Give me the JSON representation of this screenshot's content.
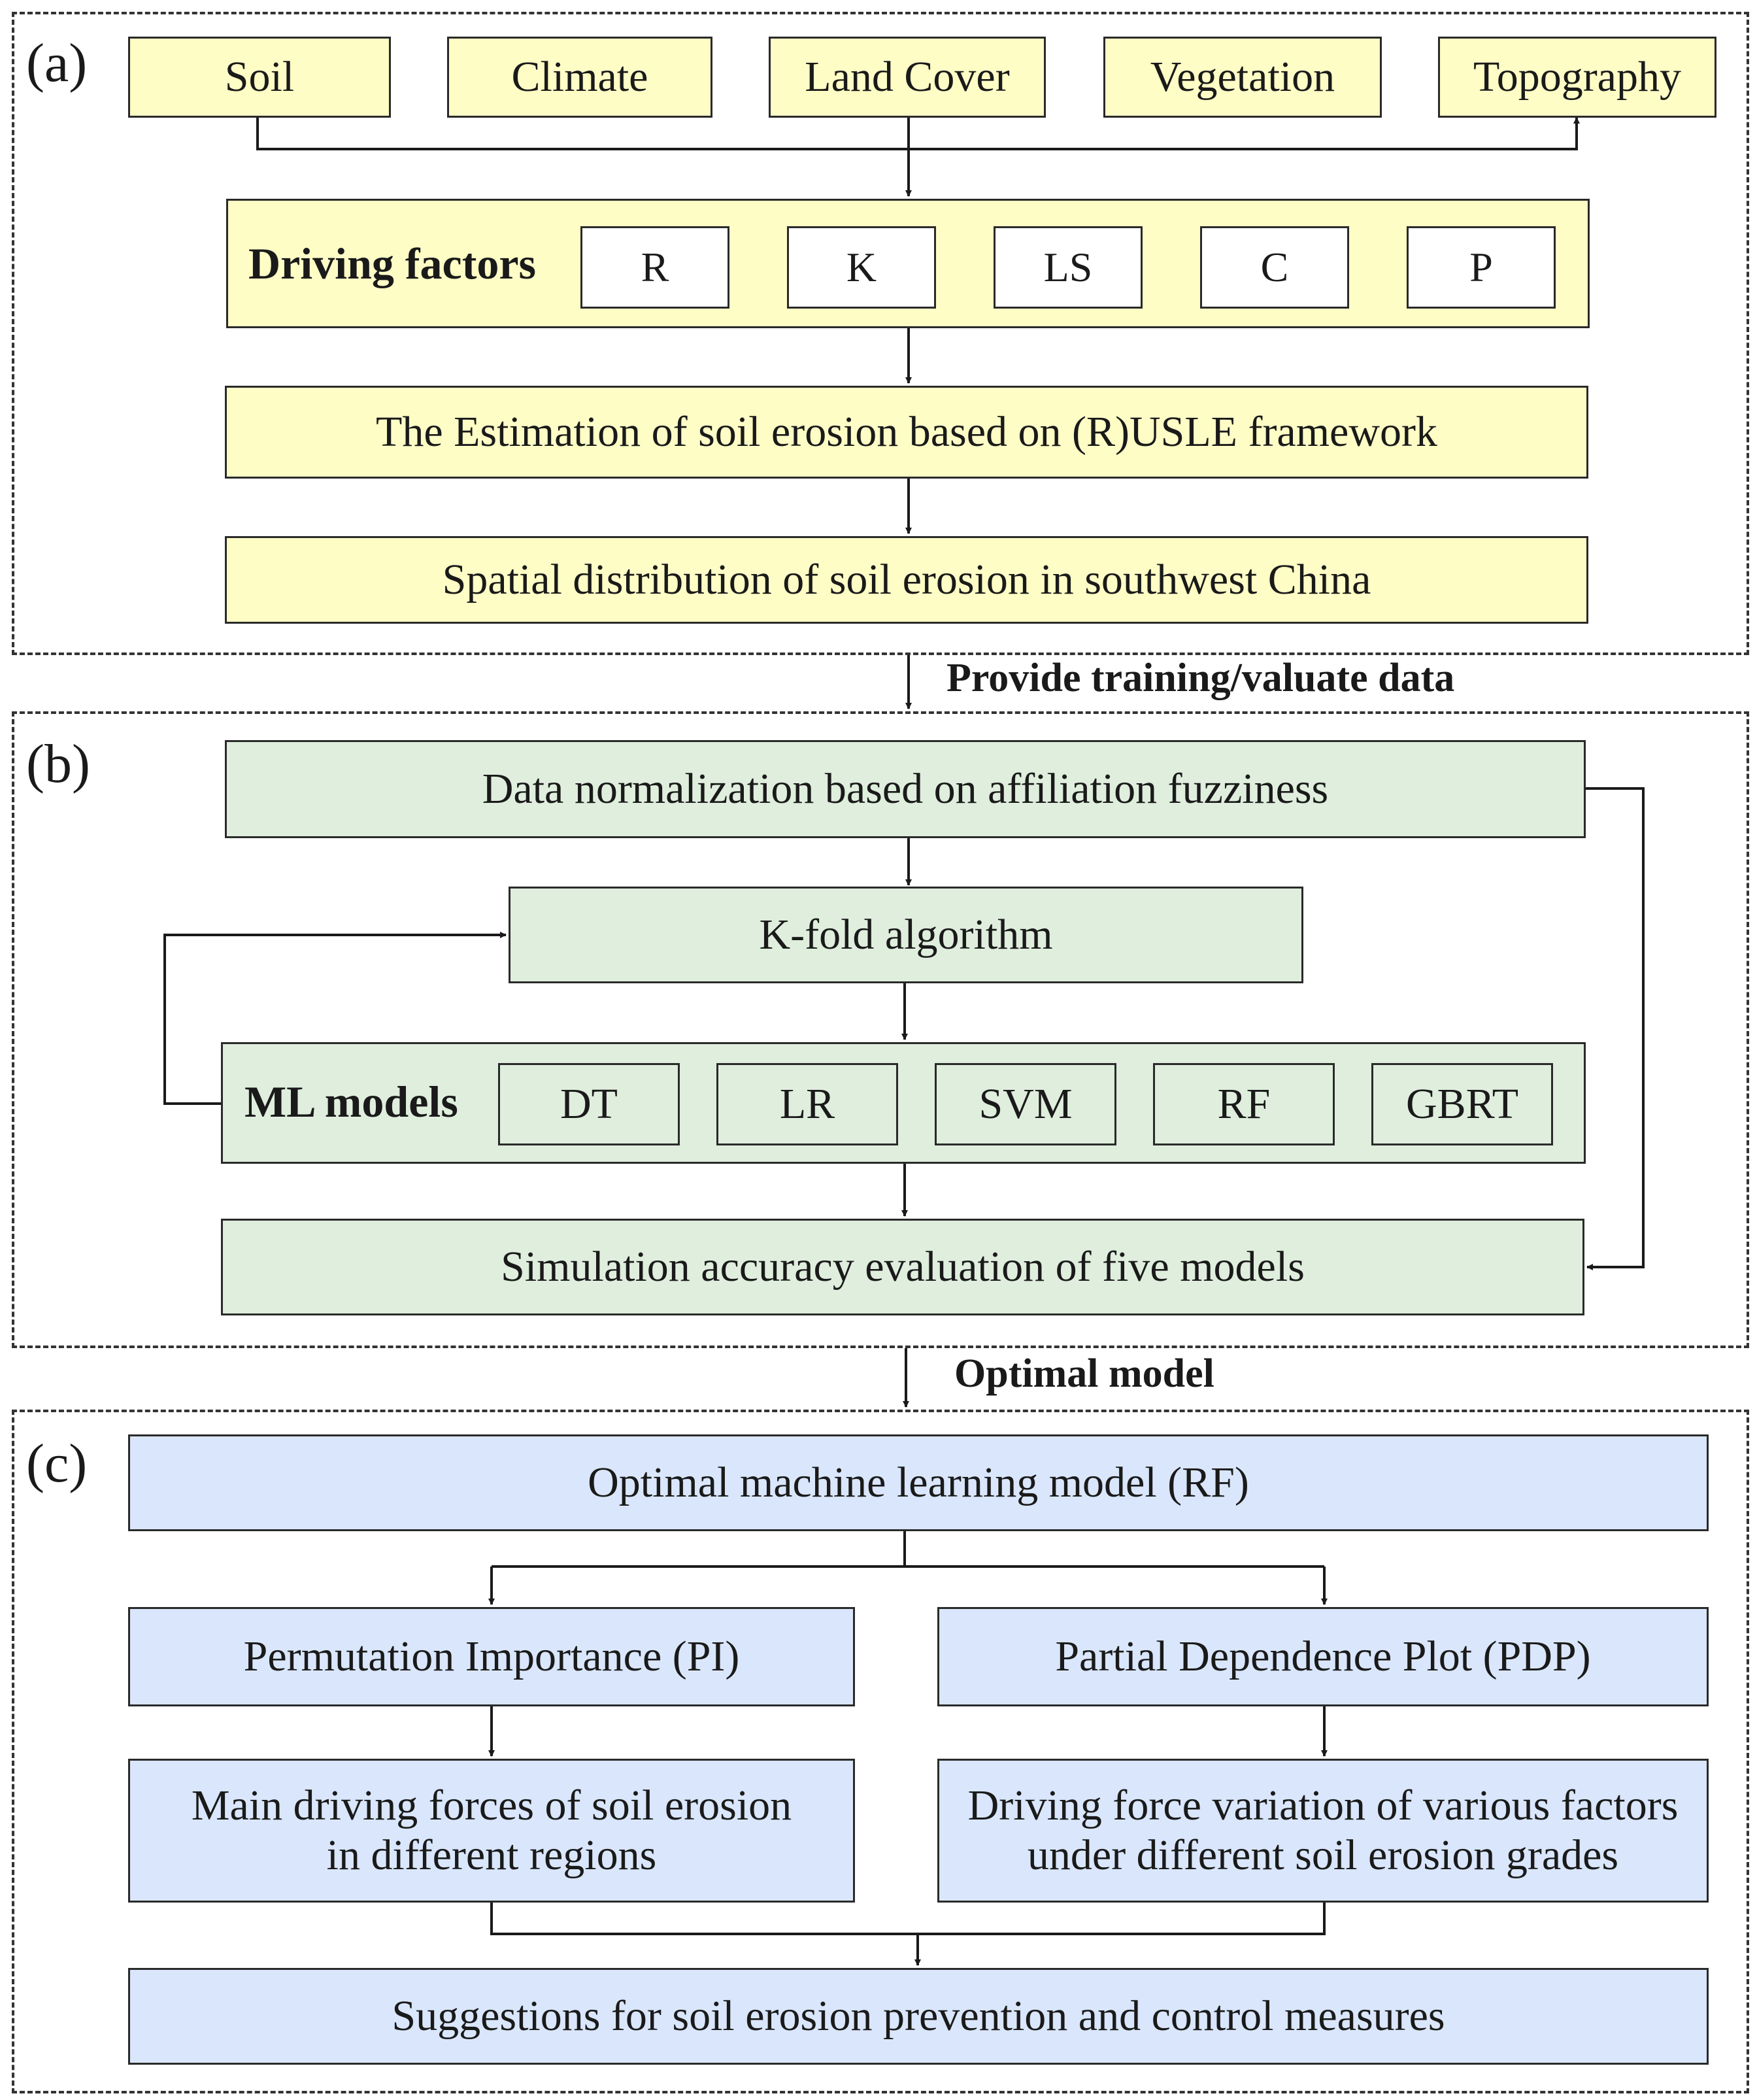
{
  "section_a": {
    "label": "(a)",
    "sources": [
      "Soil",
      "Climate",
      "Land Cover",
      "Vegetation",
      "Topography"
    ],
    "driving_title": "Driving factors",
    "factors": [
      "R",
      "K",
      "LS",
      "C",
      "P"
    ],
    "estimation": "The Estimation of soil erosion based on (R)USLE framework",
    "spatial": "Spatial distribution of soil erosion in southwest China"
  },
  "link_ab": "Provide  training/valuate data",
  "section_b": {
    "label": "(b)",
    "normalization": "Data normalization based on affiliation fuzziness",
    "kfold": "K-fold algorithm",
    "ml_title": "ML models",
    "models": [
      "DT",
      "LR",
      "SVM",
      "RF",
      "GBRT"
    ],
    "evaluation": "Simulation accuracy evaluation of five models"
  },
  "link_bc": "Optimal model",
  "section_c": {
    "label": "(c)",
    "optimal": "Optimal machine learning model (RF)",
    "pi": "Permutation Importance (PI)",
    "pdp": "Partial Dependence Plot (PDP)",
    "main_forces": [
      "Main driving forces of soil erosion",
      "in different regions"
    ],
    "variation": [
      "Driving force variation of various factors",
      "under different soil erosion grades"
    ],
    "suggestions": "Suggestions for soil erosion prevention and control measures"
  }
}
